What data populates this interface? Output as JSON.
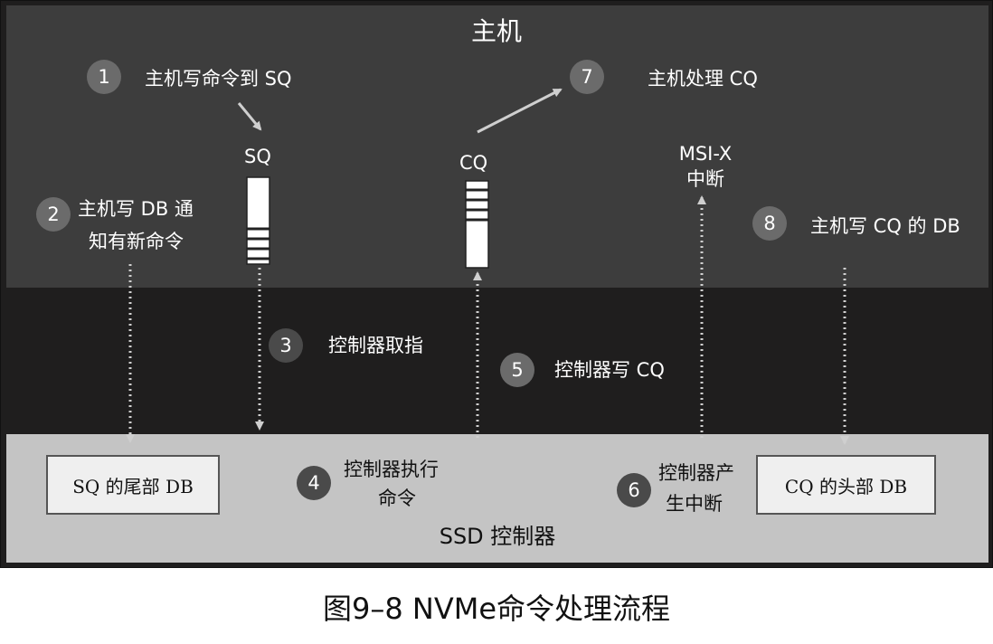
{
  "host": {
    "title": "主机"
  },
  "steps": {
    "s1": {
      "num": "1",
      "label": "主机写命令到 SQ"
    },
    "s2": {
      "num": "2",
      "line1": "主机写 DB 通",
      "line2": "知有新命令"
    },
    "s3": {
      "num": "3",
      "label": "控制器取指"
    },
    "s4": {
      "num": "4",
      "line1": "控制器执行",
      "line2": "命令"
    },
    "s5": {
      "num": "5",
      "label": "控制器写 CQ"
    },
    "s6": {
      "num": "6",
      "line1": "控制器产",
      "line2": "生中断"
    },
    "s7": {
      "num": "7",
      "label": "主机处理 CQ"
    },
    "s8": {
      "num": "8",
      "label": "主机写 CQ 的 DB"
    }
  },
  "queues": {
    "sq_label": "SQ",
    "cq_label": "CQ"
  },
  "interrupt": {
    "line1": "MSI-X",
    "line2": "中断"
  },
  "ssd": {
    "title": "SSD 控制器",
    "sq_tail_db": "SQ 的尾部 DB",
    "cq_head_db": "CQ 的头部 DB"
  },
  "caption": "图9–8 NVMe命令处理流程",
  "colors": {
    "host_bg": "#3d3d3d",
    "middle_bg": "#1f1e1e",
    "ssd_bg": "#c4c4c4",
    "badge": "#6b6b6b"
  }
}
